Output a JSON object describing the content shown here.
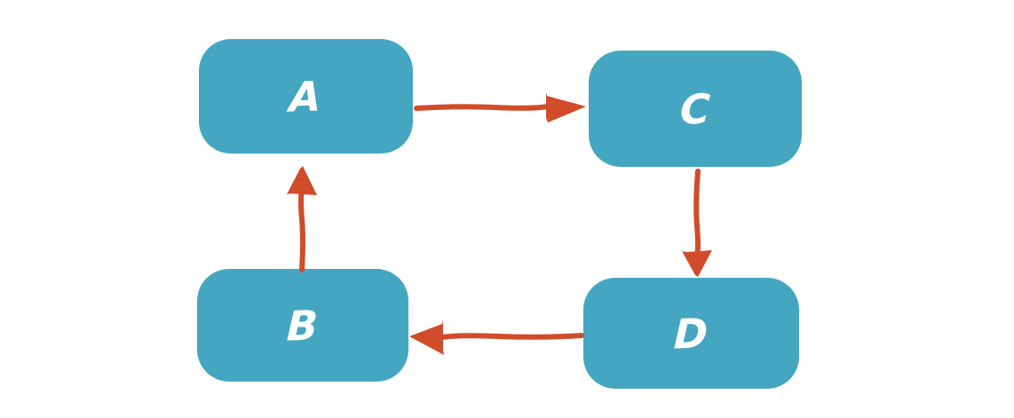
{
  "diagram": {
    "type": "flowchart",
    "style": "hand-drawn",
    "nodes": [
      {
        "id": "A",
        "label": "A"
      },
      {
        "id": "B",
        "label": "B"
      },
      {
        "id": "C",
        "label": "C"
      },
      {
        "id": "D",
        "label": "D"
      }
    ],
    "edges": [
      {
        "from": "A",
        "to": "C",
        "direction": "right"
      },
      {
        "from": "C",
        "to": "D",
        "direction": "down"
      },
      {
        "from": "D",
        "to": "B",
        "direction": "left"
      },
      {
        "from": "B",
        "to": "A",
        "direction": "up"
      }
    ]
  },
  "colors": {
    "node_fill": "#45a6c1",
    "node_label": "#ffffff",
    "arrow": "#d04c2a",
    "canvas_bg": "#ffffff"
  }
}
